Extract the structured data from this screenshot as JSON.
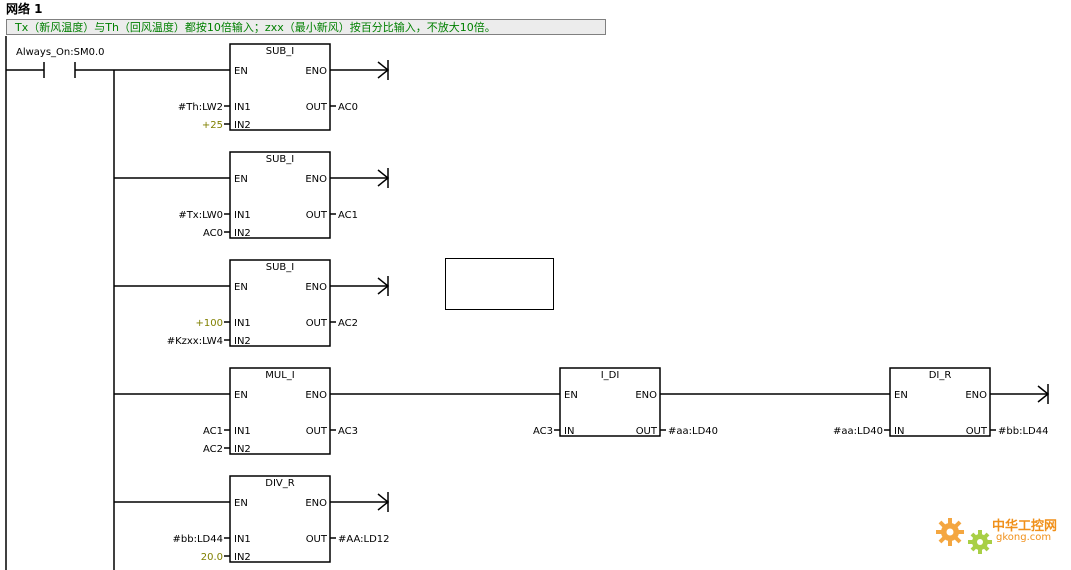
{
  "network_title": "网络 1",
  "comment": "Tx（新风温度）与Th（回风温度）都按10倍输入；zxx（最小新风）按百分比输入，不放大10倍。",
  "contact": {
    "label": "Always_On:SM0.0"
  },
  "pin": {
    "en": "EN",
    "eno": "ENO",
    "in1": "IN1",
    "in2": "IN2",
    "out": "OUT",
    "in": "IN"
  },
  "blocks": [
    {
      "name": "SUB_I",
      "in1": "#Th:LW2",
      "in2": "+25",
      "out": "AC0"
    },
    {
      "name": "SUB_I",
      "in1": "#Tx:LW0",
      "in2": "AC0",
      "out": "AC1"
    },
    {
      "name": "SUB_I",
      "in1": "+100",
      "in2": "#Kzxx:LW4",
      "out": "AC2"
    },
    {
      "name": "MUL_I",
      "in1": "AC1",
      "in2": "AC2",
      "out": "AC3"
    },
    {
      "name": "DIV_R",
      "in1": "#bb:LD44",
      "in2": "20.0",
      "out": "#AA:LD12"
    },
    {
      "name": "I_DI",
      "in": "AC3",
      "out": "#aa:LD40"
    },
    {
      "name": "DI_R",
      "in": "#aa:LD40",
      "out": "#bb:LD44"
    }
  ],
  "watermark": {
    "main": "中华工控网",
    "sub": "gkong.com"
  },
  "colors": {
    "comment_text": "#008000",
    "constant_text": "#808000",
    "watermark": "#f0901a"
  }
}
